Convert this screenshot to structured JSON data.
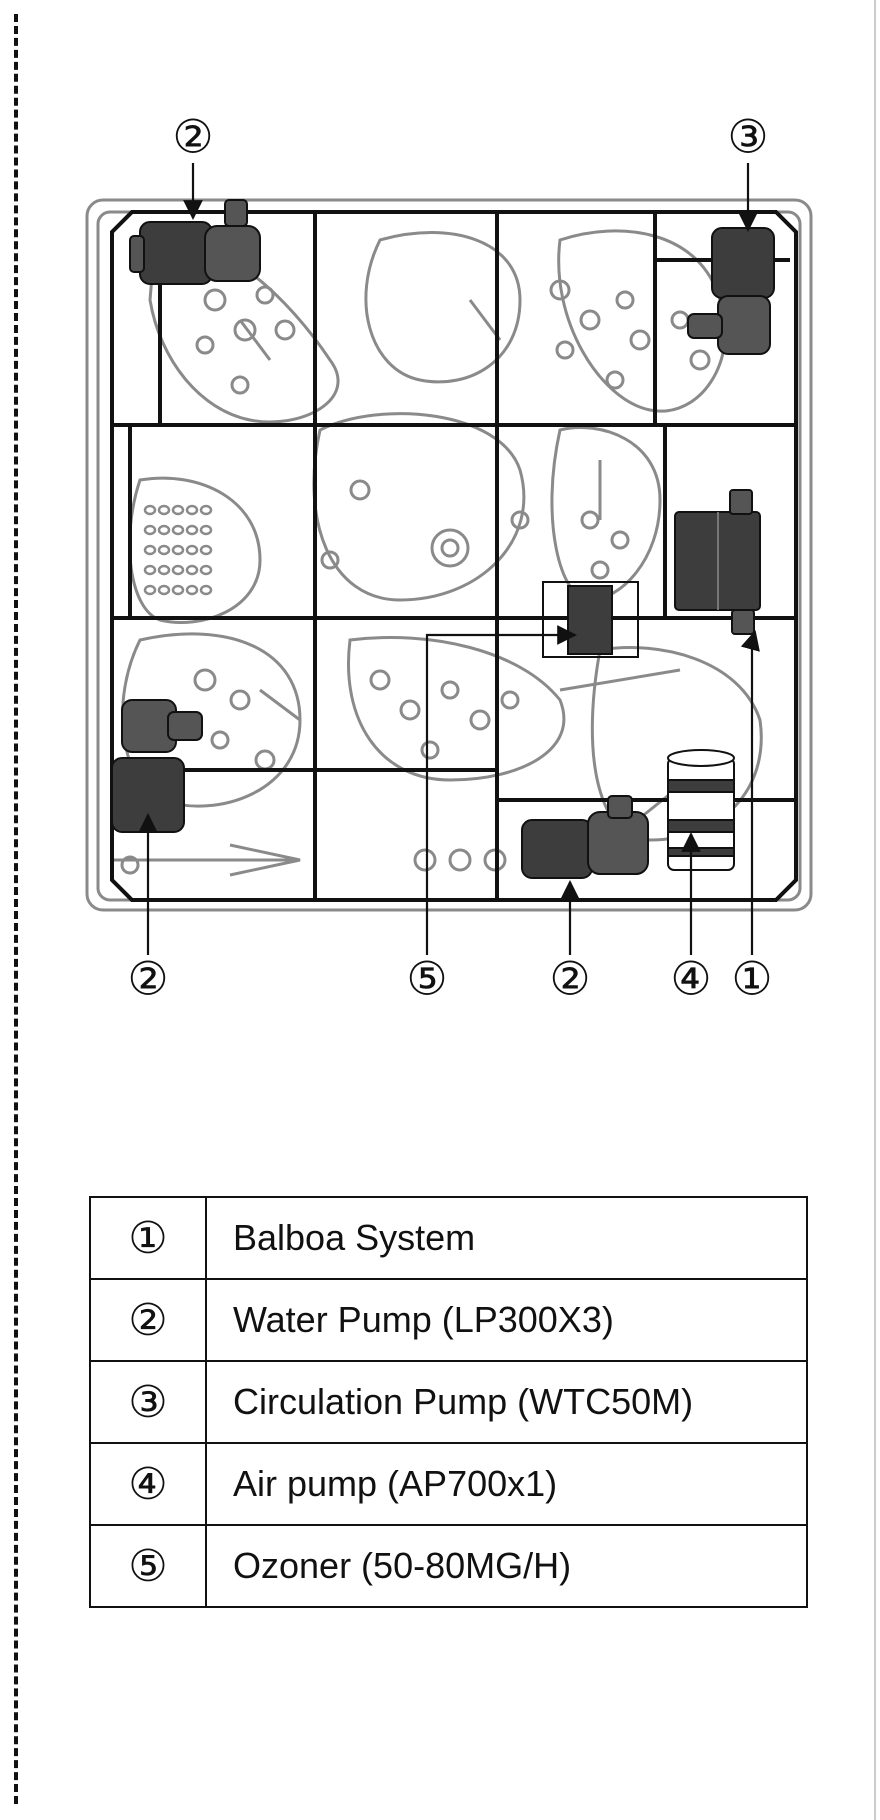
{
  "diagram": {
    "callouts": {
      "pump_top_left": "②",
      "circulation_top_right": "③",
      "pump_bottom_left": "②",
      "ozoner": "⑤",
      "pump_bottom_mid": "②",
      "air_pump": "④",
      "balboa": "①"
    }
  },
  "legend": {
    "rows": [
      {
        "num": "①",
        "label": "Balboa System"
      },
      {
        "num": "②",
        "label": "Water Pump (LP300X3)"
      },
      {
        "num": "③",
        "label": "Circulation Pump (WTC50M)"
      },
      {
        "num": "④",
        "label": "Air pump (AP700x1)"
      },
      {
        "num": "⑤",
        "label": "Ozoner (50-80MG/H)"
      }
    ]
  },
  "colors": {
    "frame": "#111111",
    "shell_outline": "#8a8a8a",
    "component_fill": "#3d3d3d"
  }
}
